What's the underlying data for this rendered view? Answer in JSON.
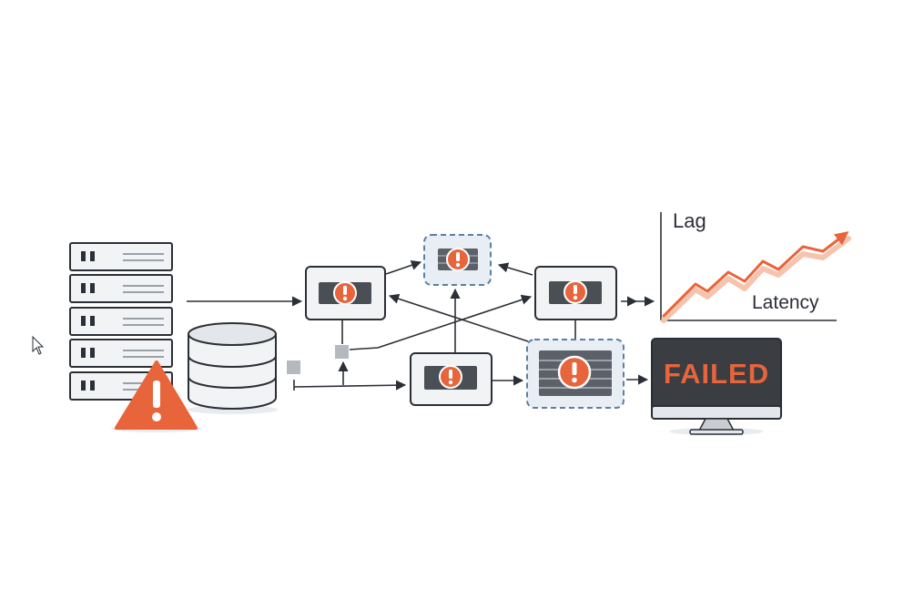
{
  "colors": {
    "accent": "#e8643a",
    "line": "#2b2f36",
    "box_fill": "#f1f3f5",
    "dashed_border": "#5b7fa6",
    "dashed_fill": "#e9eef4",
    "screen": "#3a3d42"
  },
  "icons": {
    "cursor": "mouse-pointer-icon",
    "server": "server-rack-icon",
    "warning": "warning-triangle-icon",
    "database": "database-icon",
    "alert": "exclamation-circle-icon",
    "monitor": "monitor-icon",
    "chart": "trend-chart-icon"
  },
  "chart": {
    "y_label": "Lag",
    "series_label": "Latency",
    "trend": "rising"
  },
  "monitor": {
    "status": "FAILED"
  }
}
